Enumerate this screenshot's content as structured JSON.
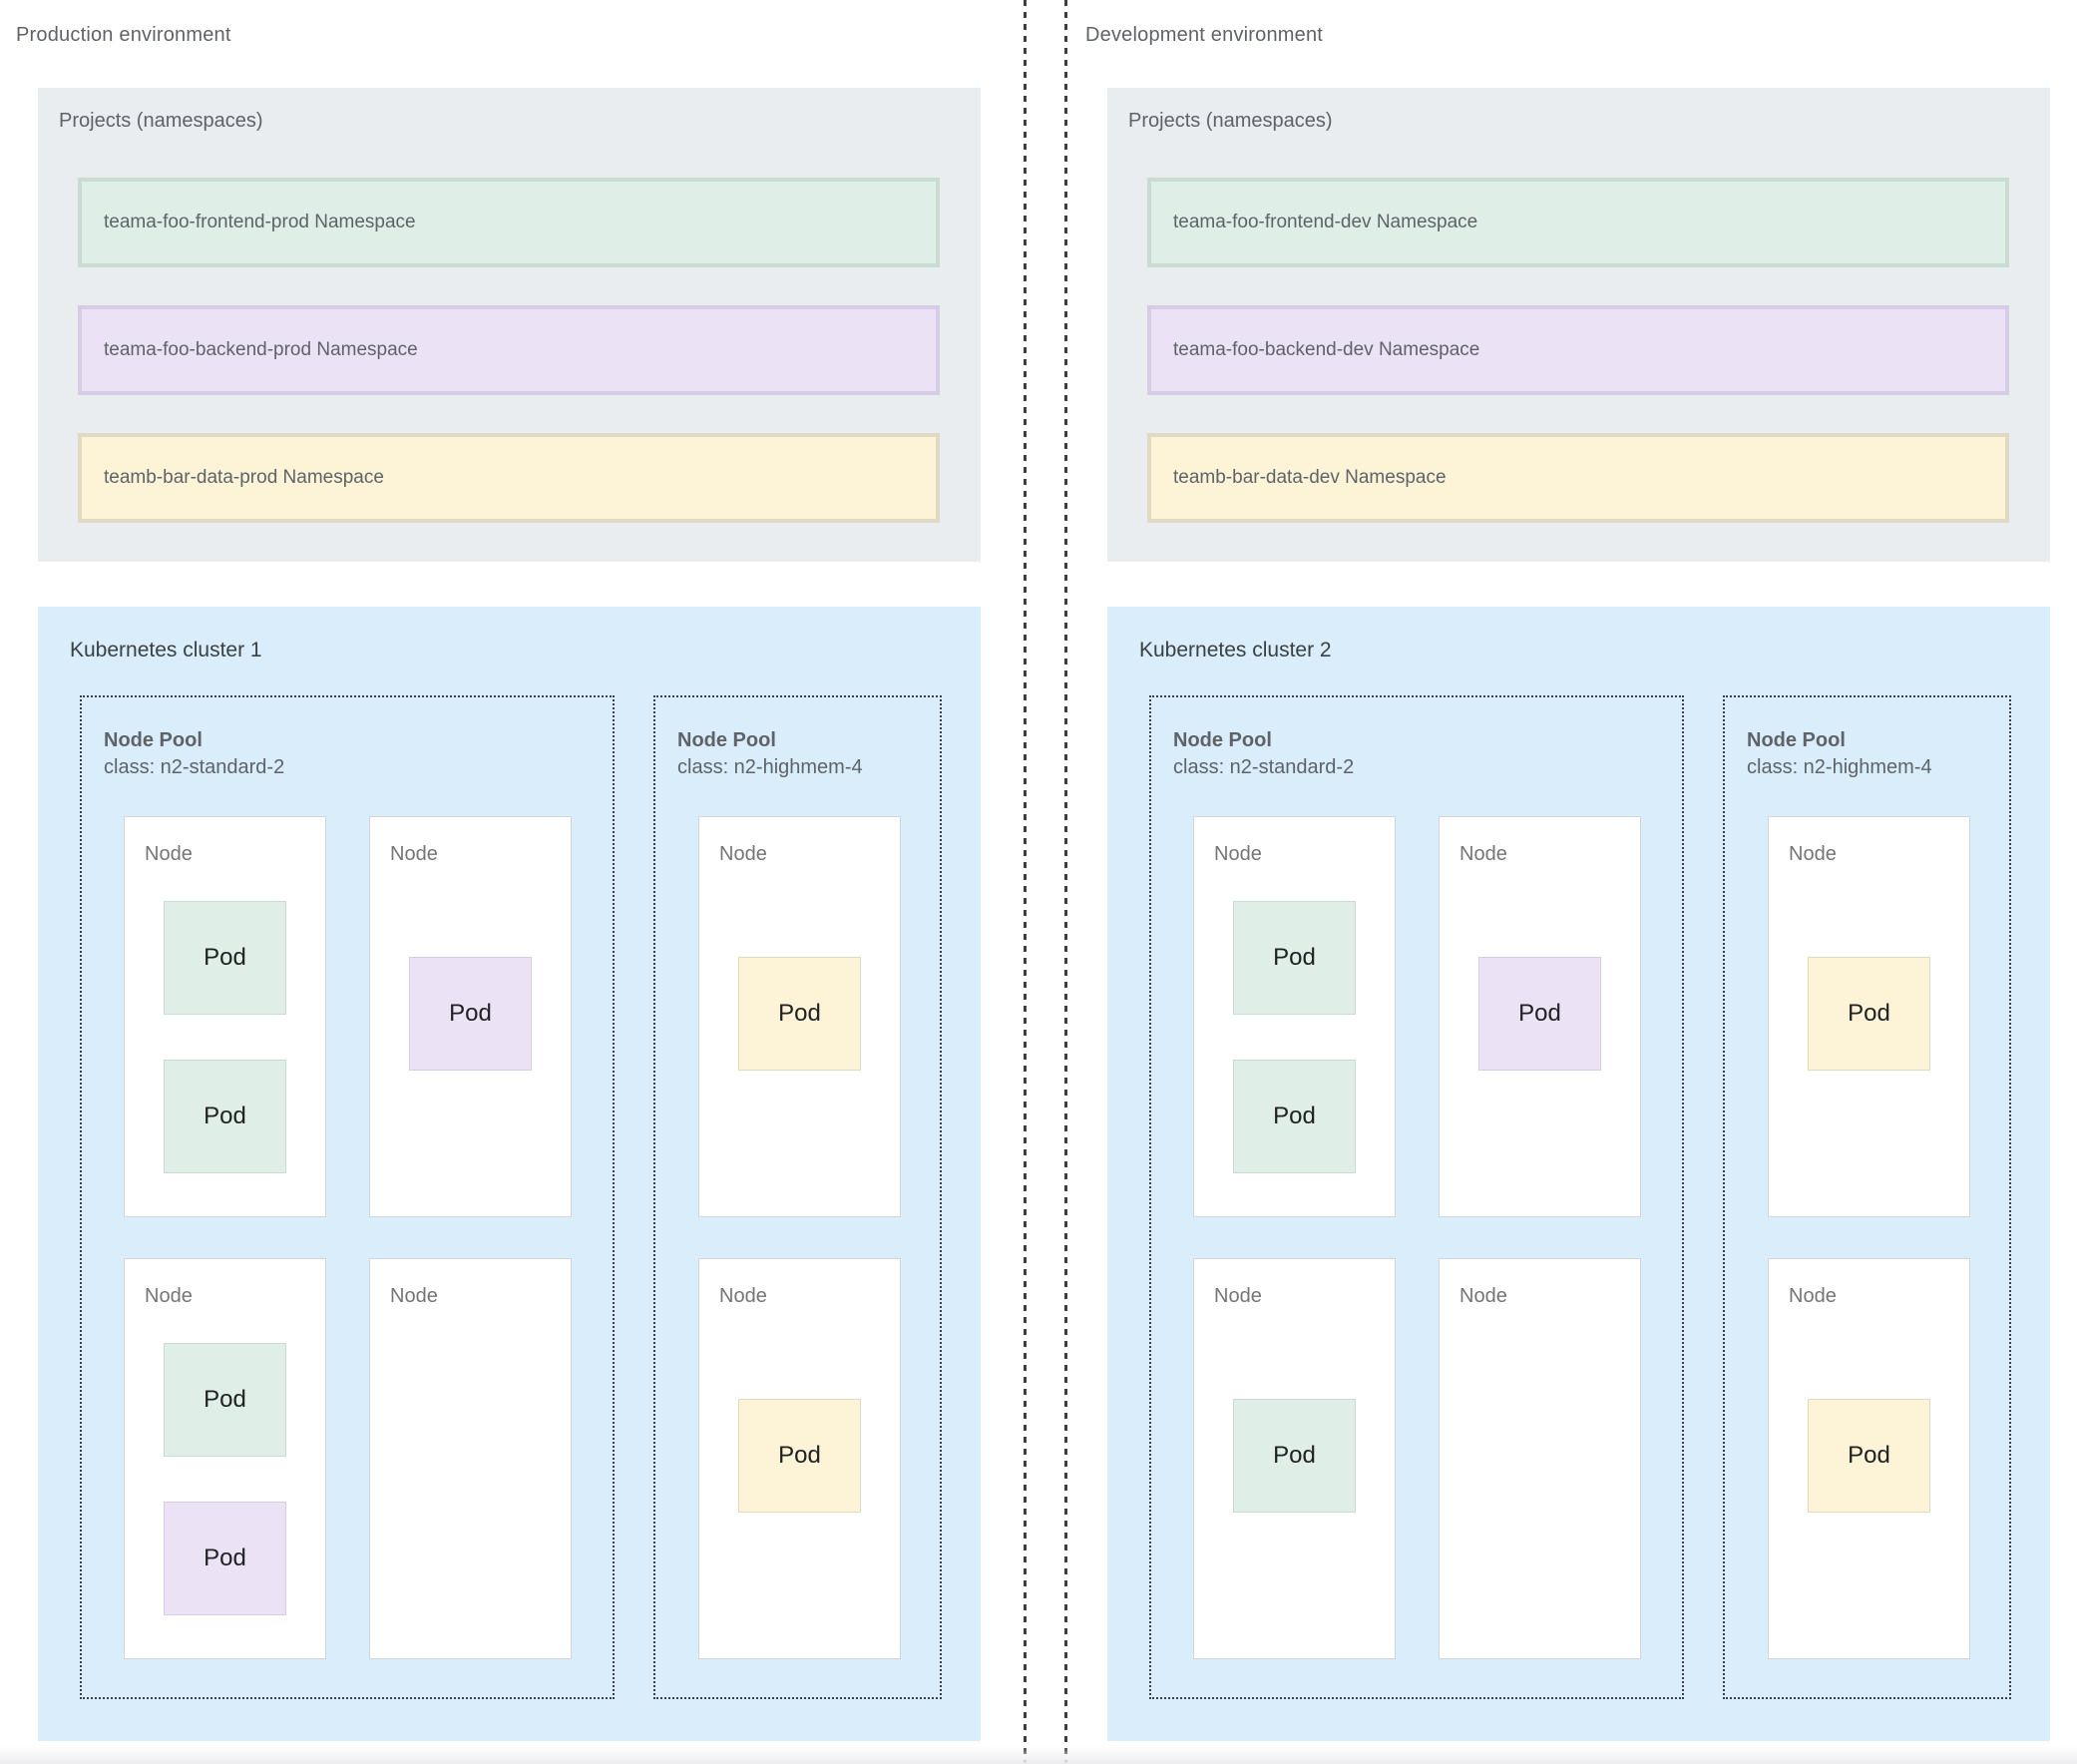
{
  "colors": {
    "projects_box_bg": "#e9edf0",
    "cluster_box_bg": "#d9edfa",
    "green_bg": "#dfeee6",
    "purple_bg": "#ebe3f5",
    "yellow_bg": "#fdf4d8",
    "node_bg": "#ffffff",
    "muted_text": "#5f6368",
    "dark_text": "#3c4043"
  },
  "environments": [
    {
      "title": "Production environment",
      "projects": {
        "label": "Projects (namespaces)",
        "namespaces": [
          {
            "label": "teama-foo-frontend-prod Namespace",
            "color": "green"
          },
          {
            "label": "teama-foo-backend-prod Namespace",
            "color": "purple"
          },
          {
            "label": "teamb-bar-data-prod Namespace",
            "color": "yellow"
          }
        ]
      },
      "cluster": {
        "title": "Kubernetes cluster 1",
        "node_pools": [
          {
            "title": "Node Pool",
            "machine_class": "class: n2-standard-2",
            "nodes": [
              {
                "label": "Node",
                "pods": [
                  {
                    "label": "Pod",
                    "color": "green"
                  },
                  {
                    "label": "Pod",
                    "color": "green"
                  }
                ]
              },
              {
                "label": "Node",
                "pods": [
                  {
                    "label": "Pod",
                    "color": "purple"
                  }
                ]
              },
              {
                "label": "Node",
                "pods": [
                  {
                    "label": "Pod",
                    "color": "green"
                  },
                  {
                    "label": "Pod",
                    "color": "purple"
                  }
                ]
              },
              {
                "label": "Node",
                "pods": []
              }
            ]
          },
          {
            "title": "Node Pool",
            "machine_class": "class: n2-highmem-4",
            "nodes": [
              {
                "label": "Node",
                "pods": [
                  {
                    "label": "Pod",
                    "color": "yellow"
                  }
                ]
              },
              {
                "label": "Node",
                "pods": [
                  {
                    "label": "Pod",
                    "color": "yellow"
                  }
                ]
              }
            ]
          }
        ]
      }
    },
    {
      "title": "Development environment",
      "projects": {
        "label": "Projects (namespaces)",
        "namespaces": [
          {
            "label": "teama-foo-frontend-dev Namespace",
            "color": "green"
          },
          {
            "label": "teama-foo-backend-dev Namespace",
            "color": "purple"
          },
          {
            "label": "teamb-bar-data-dev Namespace",
            "color": "yellow"
          }
        ]
      },
      "cluster": {
        "title": "Kubernetes cluster 2",
        "node_pools": [
          {
            "title": "Node Pool",
            "machine_class": "class: n2-standard-2",
            "nodes": [
              {
                "label": "Node",
                "pods": [
                  {
                    "label": "Pod",
                    "color": "green"
                  },
                  {
                    "label": "Pod",
                    "color": "green"
                  }
                ]
              },
              {
                "label": "Node",
                "pods": [
                  {
                    "label": "Pod",
                    "color": "purple"
                  }
                ]
              },
              {
                "label": "Node",
                "pods": [
                  {
                    "label": "Pod",
                    "color": "green"
                  }
                ]
              },
              {
                "label": "Node",
                "pods": []
              }
            ]
          },
          {
            "title": "Node Pool",
            "machine_class": "class: n2-highmem-4",
            "nodes": [
              {
                "label": "Node",
                "pods": [
                  {
                    "label": "Pod",
                    "color": "yellow"
                  }
                ]
              },
              {
                "label": "Node",
                "pods": [
                  {
                    "label": "Pod",
                    "color": "yellow"
                  }
                ]
              }
            ]
          }
        ]
      }
    }
  ]
}
